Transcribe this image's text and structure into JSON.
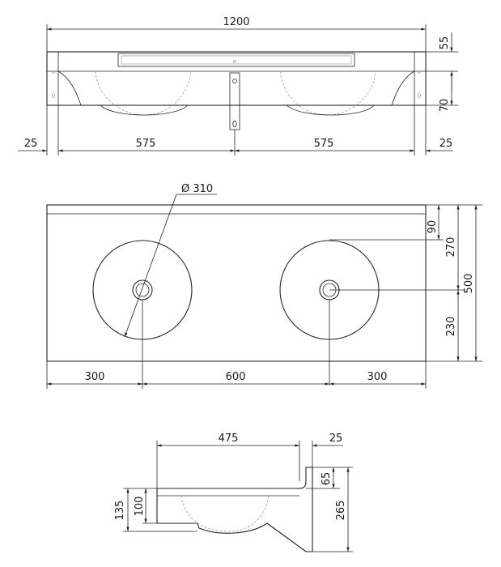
{
  "drawing": {
    "front_view": {
      "overall_width": "1200",
      "height_top": "55",
      "height_bottom": "70",
      "edge_left": "25",
      "edge_right": "25",
      "span_left": "575",
      "span_right": "575"
    },
    "top_view": {
      "diameter": "Ø 310",
      "dim_90": "90",
      "dim_270": "270",
      "dim_500": "500",
      "dim_230": "230",
      "dim_300_left": "300",
      "dim_600": "600",
      "dim_300_right": "300"
    },
    "side_view": {
      "depth": "475",
      "back_thickness": "25",
      "dim_65": "65",
      "dim_265": "265",
      "dim_135": "135",
      "dim_100": "100"
    }
  }
}
